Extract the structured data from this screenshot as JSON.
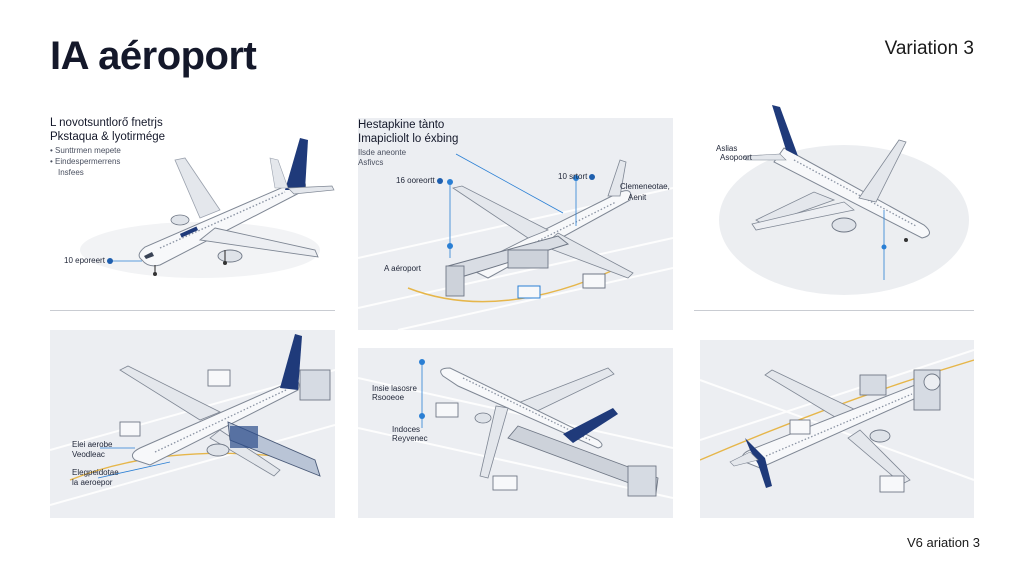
{
  "header": {
    "title": "IA aéroport",
    "variation": "Variation 3"
  },
  "footer": {
    "label": "V6 ariation 3"
  },
  "panels": {
    "p1": {
      "heading_1": "L novotsuntlorő fnetrjs",
      "heading_2": "Pkstaqua & lyotirmége",
      "bullet_1": "Sunttrmen mepete",
      "bullet_2": "Eindespermerrens",
      "bullet_3": "Insfees",
      "tag_1": "10 eporeert"
    },
    "p2": {
      "heading_1": "Hestapkine tànto",
      "heading_2": "Imapicliolt lo éxbing",
      "sub_1": "Ilsde aneonte",
      "sub_2": "Asfivcs",
      "tag_1": "16 ooreortt",
      "tag_2": "10 srtort",
      "tag_3": "A aéroport",
      "tag_4": "Clemeneotae,",
      "tag_5": "Aenit"
    },
    "p3": {
      "tag_1": "Aslias",
      "tag_2": "Asopoort"
    },
    "p4": {
      "tag_1": "Elei aerobe",
      "tag_2": "Veodleac",
      "tag_3": "Elegpeidotae",
      "tag_4": "la aeroepor"
    },
    "p5": {
      "tag_1": "Insie lasosre",
      "tag_2": "Rsooeoe",
      "tag_3": "Indoces",
      "tag_4": "Reyvenec"
    }
  },
  "colors": {
    "tail": "#1f3a7a",
    "accent_blue": "#2a7fd4",
    "accent_yellow": "#e6b64a",
    "fuselage": "#f4f5f7",
    "tarmac": "#e9ebef"
  }
}
